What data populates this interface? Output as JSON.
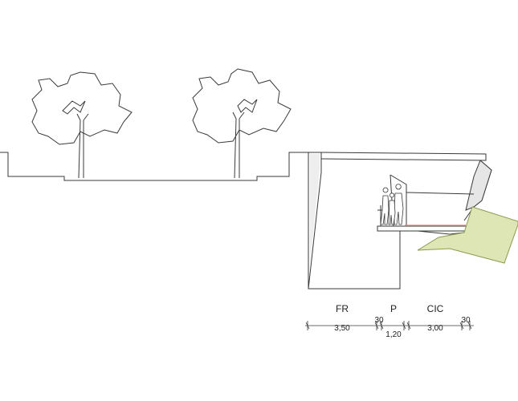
{
  "section": {
    "lanes": {
      "fr": "FR",
      "p": "P",
      "cic": "CIC"
    },
    "dimensions": {
      "fr_width": "3,50",
      "gap_left": "30",
      "p_width": "1,20",
      "cic_width": "3,00",
      "gap_right": "30"
    }
  },
  "colors": {
    "line": "#3a3a3a",
    "slope_fill": "#dfe6b5",
    "cycle_lane": "#d98a8a"
  }
}
